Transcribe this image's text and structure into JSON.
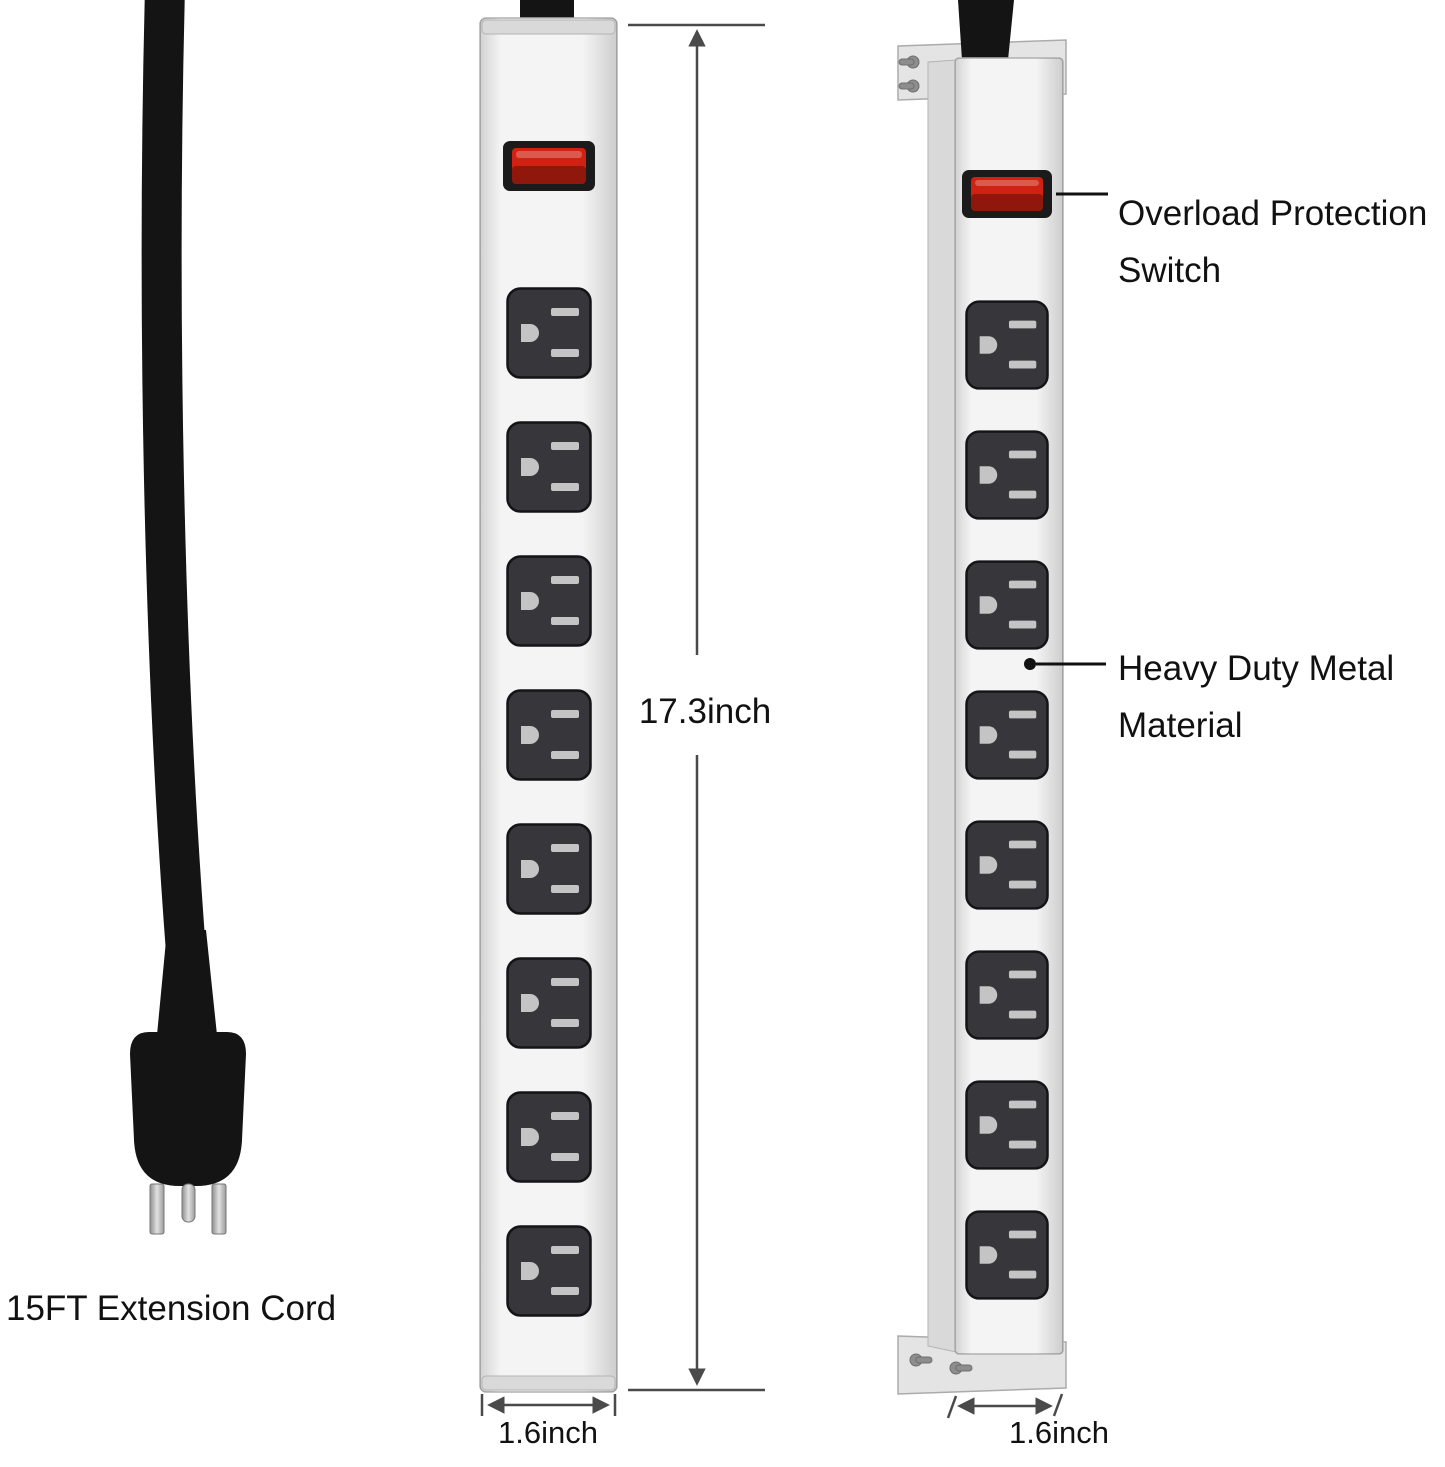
{
  "annotations": {
    "extension_cord_label": "15FT Extension Cord",
    "strip_length_label": "17.3inch",
    "front_width_label": "1.6inch",
    "side_width_label": "1.6inch",
    "overload_switch_label": "Overload Protection Switch",
    "material_label": "Heavy Duty Metal Material"
  },
  "product": {
    "outlets_per_strip": 8
  },
  "colors": {
    "text": "#111111",
    "cord": "#141414",
    "strip_body": "#f4f4f4",
    "strip_edge": "#b0b0b0",
    "outlet_body": "#36363b",
    "outlet_slot": "#c4c4c4",
    "switch_bezel": "#1b1b1b",
    "switch_red": "#cf2212",
    "dimension_line": "#4a4a4a"
  }
}
